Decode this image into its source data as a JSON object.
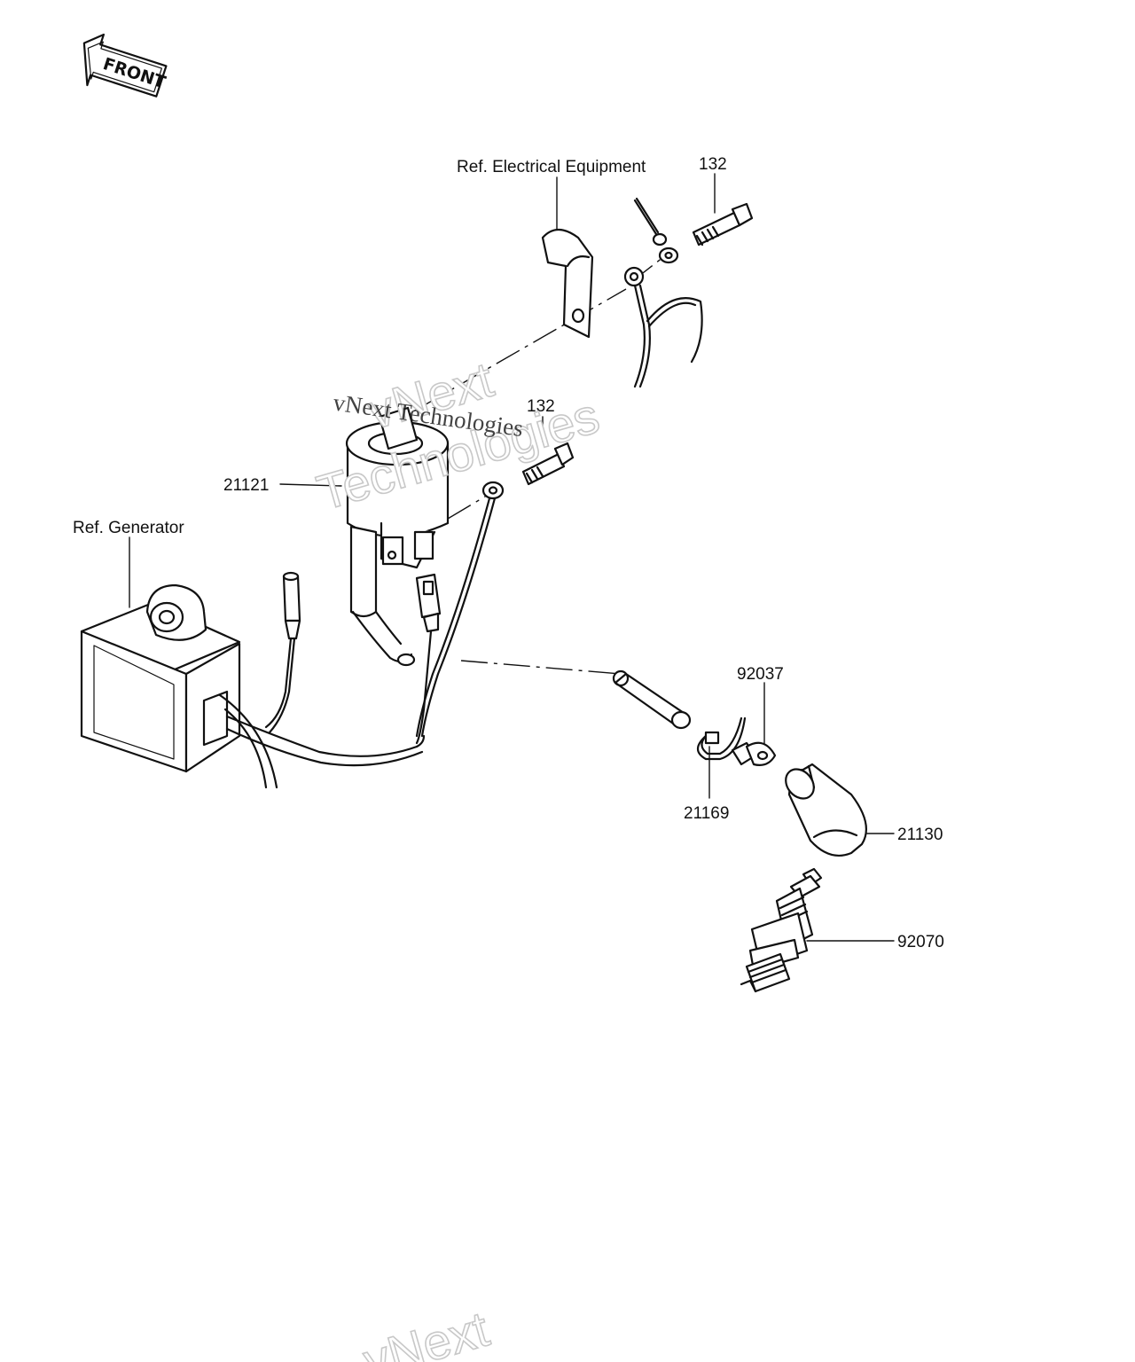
{
  "front_badge": {
    "text": "FRONT"
  },
  "labels": {
    "ref_electrical": "Ref. Electrical Equipment",
    "ref_generator": "Ref. Generator",
    "part_132_top": "132",
    "part_132_mid": "132",
    "part_21121": "21121",
    "part_92037": "92037",
    "part_21169": "21169",
    "part_21130": "21130",
    "part_92070": "92070"
  },
  "watermarks": {
    "serif_text": "vNext Technologies",
    "outline_line1": "vNext",
    "outline_line2": "Technologies",
    "bottom_outline": "vNext"
  }
}
